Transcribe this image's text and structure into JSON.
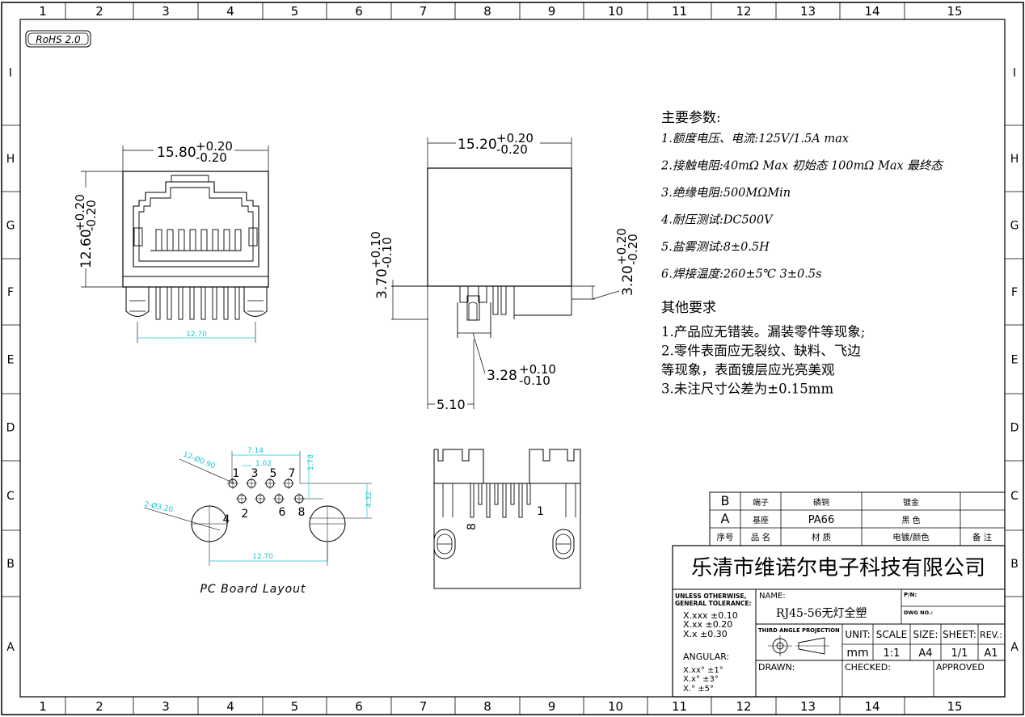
{
  "border": {
    "columns": [
      "1",
      "2",
      "3",
      "4",
      "5",
      "6",
      "7",
      "8",
      "9",
      "10",
      "11",
      "12",
      "13",
      "14",
      "15"
    ],
    "rows": [
      "I",
      "H",
      "G",
      "F",
      "E",
      "D",
      "C",
      "B",
      "A"
    ]
  },
  "rohs": "RoHS 2.0",
  "front_view": {
    "width_dim": "15.80",
    "height_dim": "12.60",
    "tol_plus": "+0.20",
    "tol_minus": "-0.20",
    "pin_span": "12.70"
  },
  "side_view": {
    "width_dim": "15.20",
    "tol_plus": "+0.20",
    "tol_minus": "-0.20",
    "left_height": "3.70",
    "left_tol_plus": "+0.10",
    "left_tol_minus": "-0.10",
    "right_height": "3.20",
    "right_tol_plus": "+0.20",
    "right_tol_minus": "-0.20",
    "pin_dim": "3.28",
    "pin_tol_plus": "+0.10",
    "pin_tol_minus": "-0.10",
    "depth": "5.10"
  },
  "pcb_layout": {
    "caption": "PC Board Layout",
    "small_hole": "12-Ø0.90",
    "large_hole": "2-Ø3.20",
    "span_714": "7.14",
    "pitch": "1.02",
    "row_gap": "1.78",
    "height_432": "4.32",
    "span_1270": "12.70",
    "top_pins": [
      "1",
      "3",
      "5",
      "7"
    ],
    "bottom_pins": [
      "2",
      "4",
      "6",
      "8"
    ]
  },
  "bottom_view": {
    "pin_first": "1",
    "pin_last": "8"
  },
  "specs": {
    "title": "主要参数:",
    "items": [
      "1.额度电压、电流:125V/1.5A max",
      "2.接触电阻:40mΩ Max 初始态 100mΩ Max 最终态",
      "3.绝缘电阻:500MΩMin",
      "4.耐压测试:DC500V",
      "5.盐雾测试:8±0.5H",
      "6.焊接温度:260±5℃ 3±0.5s"
    ],
    "other_title": "其他要求",
    "other_items": [
      "1.产品应无错装。漏装零件等现象;",
      "2.零件表面应无裂纹、缺料、飞边",
      "等现象，表面镀层应光亮美观",
      "3.未注尺寸公差为±0.15mm"
    ]
  },
  "bom": {
    "rows": [
      {
        "no": "B",
        "name": "端子",
        "material": "磷铜",
        "plating": "镀金",
        "note": ""
      },
      {
        "no": "A",
        "name": "基座",
        "material": "PA66",
        "plating": "黑 色",
        "note": ""
      }
    ],
    "header": {
      "no": "序号",
      "name": "品 名",
      "material": "材 质",
      "plating": "电镀/颜色",
      "note": "备 注"
    }
  },
  "title_block": {
    "company": "乐清市维诺尔电子科技有限公司",
    "tolerance_title_1": "UNLESS    OTHERWISE,",
    "tolerance_title_2": "GENERAL  TOLERANCE:",
    "tol_xxx": "X.xxx  ±0.10",
    "tol_xx": "X.xx    ±0.20",
    "tol_x": "X.x       ±0.30",
    "angular": "ANGULAR:",
    "ang_1": "X.xx°     ±1°",
    "ang_2": "X.x°       ±3°",
    "ang_3": "X.°         ±5°",
    "name_label": "NAME:",
    "name_value": "RJ45-56无灯全塑",
    "pn_label": "P/N:",
    "dwg_label": "DWG NO.:",
    "projection": "THIRD ANGLE PROJECTION",
    "unit_label": "UNIT:",
    "unit_value": "mm",
    "scale_label": "SCALE",
    "scale_value": "1:1",
    "size_label": "SIZE:",
    "size_value": "A4",
    "sheet_label": "SHEET:",
    "sheet_value": "1/1",
    "rev_label": "REV.:",
    "rev_value": "A1",
    "drawn": "DRAWN:",
    "checked": "CHECKED:",
    "approved": "APPROVED"
  }
}
